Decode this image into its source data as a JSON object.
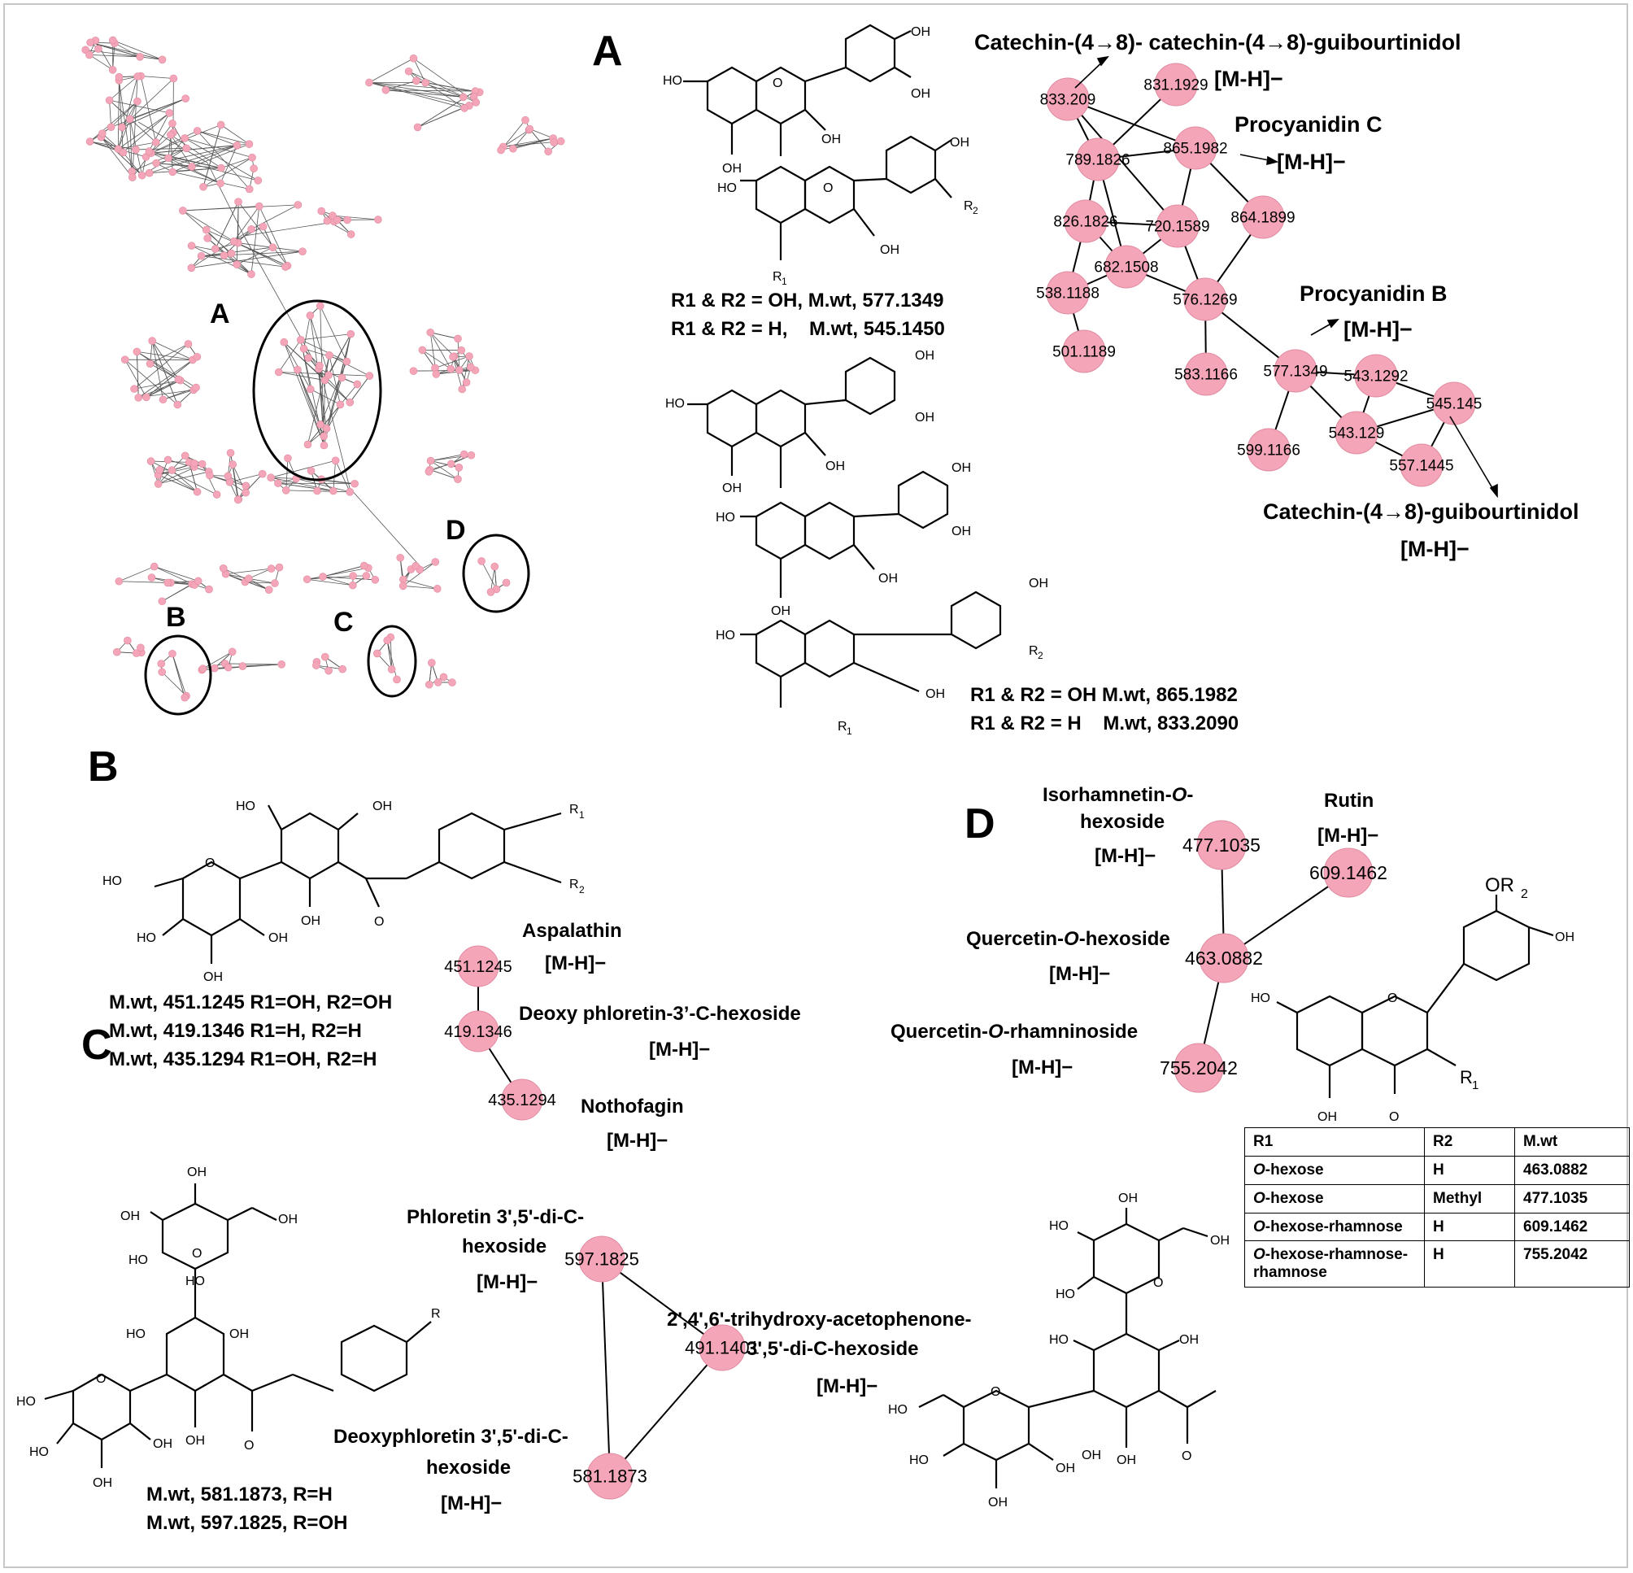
{
  "overview": {
    "cluster_labels": [
      "A",
      "B",
      "C",
      "D"
    ]
  },
  "panels": [
    "A",
    "B",
    "C",
    "D"
  ],
  "panel_a": {
    "structure1_r": "R1 & R2 = OH, M.wt, 577.1349",
    "structure1_h": "R1 & R2 = H,    M.wt, 545.1450",
    "structure2_r": "R1 & R2 = OH M.wt, 865.1982",
    "structure2_h": "R1 & R2 = H    M.wt, 833.2090",
    "annotations": {
      "cc_guib_title": "Catechin-(4→8)- catechin-(4→8)-guibourtinidol",
      "cc_guib_ion": "[M-H]−",
      "proc_c": "Procyanidin C",
      "proc_c_ion": "[M-H]−",
      "proc_b": "Procyanidin B",
      "proc_b_ion": "[M-H]−",
      "c_guib": "Catechin-(4→8)-guibourtinidol",
      "c_guib_ion": "[M-H]−"
    },
    "nodes": [
      "833.209",
      "831.1929",
      "789.1826",
      "865.1982",
      "826.1826",
      "720.1589",
      "864.1899",
      "682.1508",
      "538.1188",
      "576.1269",
      "501.1189",
      "583.1166",
      "577.1349",
      "543.1292",
      "545.145",
      "543.129",
      "599.1166",
      "557.1445"
    ]
  },
  "panel_b": {
    "mw_lines": [
      "M.wt, 451.1245 R1=OH, R2=OH",
      "M.wt, 419.1346 R1=H, R2=H",
      "M.wt, 435.1294 R1=OH, R2=H"
    ],
    "nodes": [
      "451.1245",
      "419.1346",
      "435.1294"
    ],
    "names": {
      "aspalathin": "Aspalathin",
      "aspalathin_ion": "[M-H]−",
      "deoxy": "Deoxy phloretin-3’-C-hexoside",
      "deoxy_ion": "[M-H]−",
      "nothofagin": "Nothofagin",
      "nothofagin_ion": "[M-H]−"
    }
  },
  "panel_c": {
    "mw_lines": [
      "M.wt, 581.1873, R=H",
      "M.wt, 597.1825, R=OH"
    ],
    "nodes": [
      "597.1825",
      "491.1401",
      "581.1873"
    ],
    "names": {
      "phl_1": "Phloretin 3',5'-di-C-",
      "phl_2": "hexoside",
      "phl_ion": "[M-H]−",
      "tri_1": "2',4',6'-trihydroxy-acetophenone-",
      "tri_2": "3',5'-di-C-hexoside",
      "tri_ion": "[M-H]−",
      "deoxy_1": "Deoxyphloretin 3',5'-di-C-",
      "deoxy_2": "hexoside",
      "deoxy_ion": "[M-H]−"
    }
  },
  "panel_d": {
    "nodes": [
      "477.1035",
      "609.1462",
      "463.0882",
      "755.2042"
    ],
    "names": {
      "iso_1": "Isorhamnetin-",
      "iso_o": "O",
      "iso_dash": "-",
      "iso_2": "hexoside",
      "iso_ion": "[M-H]−",
      "rutin": "Rutin",
      "rutin_ion": "[M-H]−",
      "quer_hex_a": "Quercetin-",
      "quer_hex_o": "O",
      "quer_hex_b": "-hexoside",
      "quer_hex_ion": "[M-H]−",
      "quer_rha_a": "Quercetin-",
      "quer_rha_o": "O",
      "quer_rha_b": "-rhamninoside",
      "quer_rha_ion": "[M-H]−"
    },
    "table": {
      "headers": [
        "R1",
        "R2",
        "M.wt"
      ],
      "rows": [
        {
          "r1_o": "O",
          "r1": "-hexose",
          "r2": "H",
          "mw": "463.0882"
        },
        {
          "r1_o": "O",
          "r1": "-hexose",
          "r2": "Methyl",
          "mw": "477.1035"
        },
        {
          "r1_o": "O",
          "r1": "-hexose-rhamnose",
          "r2": "H",
          "mw": "609.1462"
        },
        {
          "r1_o": "O",
          "r1": "-hexose-rhamnose-rhamnose",
          "r2": "H",
          "mw": "755.2042"
        }
      ]
    }
  },
  "colors": {
    "node_fill": "#f4a6b8",
    "node_stroke": "#e08aa0",
    "edge": "#000000",
    "frame": "#c8c8c8"
  }
}
